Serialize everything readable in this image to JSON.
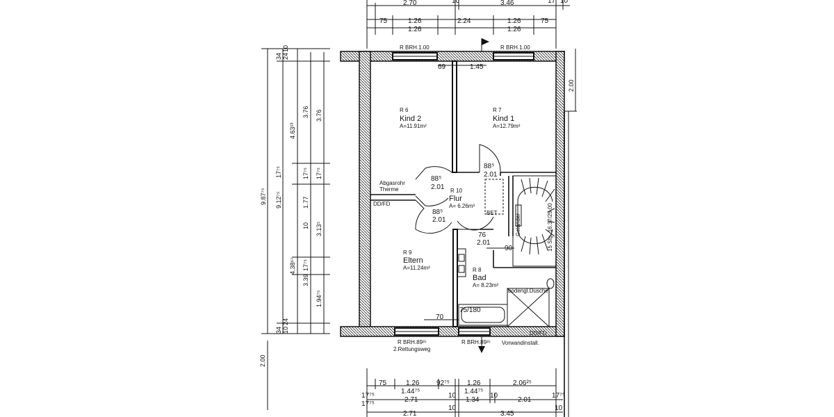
{
  "top_dims": {
    "row1": [
      "2.70",
      "10",
      "3.46",
      "17",
      "10"
    ],
    "row2": [
      "75",
      "1.26",
      "2.24",
      "1.26",
      "75"
    ],
    "row2b": [
      "1.26",
      "1.26"
    ]
  },
  "bottom_dims": {
    "row1": [
      "75",
      "1.26",
      "92⁷⁵",
      "1.26",
      "2.06²⁵"
    ],
    "row1b": [
      "1.44⁷⁵",
      "1.44⁷⁵"
    ],
    "row2": [
      "17⁷⁵",
      "2.71",
      "10",
      "1.34",
      "10",
      "2.01",
      "17⁷⁵"
    ],
    "row3": [
      "10",
      "10"
    ],
    "row4": [
      "2.71",
      "3.45"
    ]
  },
  "left_dims": {
    "col1": [
      "9.87⁷⁵"
    ],
    "col2": [
      "9.12⁷⁵",
      "17⁷⁵"
    ],
    "col3": [
      "24",
      "10",
      "34",
      "4.63¹³",
      "4.38⁶⁷",
      "10",
      "24",
      "34"
    ],
    "col4": [
      "3.76",
      "17⁷⁵",
      "1.77",
      "10",
      "3.39",
      "17⁷⁵"
    ],
    "col5": [
      "3.76",
      "17⁷⁵",
      "3.13⁵",
      "1.94⁷⁵"
    ],
    "outside": "2.00"
  },
  "right_dims": {
    "top": "2.00"
  },
  "window_labels": {
    "top_left": "R BRH.1.00",
    "top_right": "R BRH.1.00",
    "bottom_left": "R BRH.89²⁵",
    "bottom_left_note": "2.Rettungsweg",
    "bottom_right": "R BRH.89²⁵",
    "bottom_right_note": "Vorwandinstall."
  },
  "interior_dims": {
    "kind_top_a": "69",
    "kind_top_b": "1.45",
    "door_k1_a": "88⁵",
    "door_k1_b": "2.01",
    "door_k2_a": "88⁵",
    "door_k2_b": "2.01",
    "door_el_a": "88⁵",
    "door_el_b": "2.01",
    "door_bad_a": "76",
    "door_bad_b": "2.01",
    "bad_w": "90",
    "tub_w": "70",
    "tub": "75/180"
  },
  "rooms": {
    "kind2": {
      "num": "R 6",
      "name": "Kind 2",
      "area": "A=11.91m²"
    },
    "kind1": {
      "num": "R 7",
      "name": "Kind 1",
      "area": "A=12.79m²"
    },
    "flur": {
      "num": "R 10",
      "name": "Flur",
      "area": "A= 6.26m²"
    },
    "eltern": {
      "num": "R 9",
      "name": "Eltern",
      "area": "A=11.24m²"
    },
    "bad": {
      "num": "R 8",
      "name": "Bad",
      "area": "A= 8.23m²"
    }
  },
  "notes": {
    "abgas1": "Abgasrohr",
    "abgas2": "Therme",
    "ddfd_left": "DD/FD",
    "ddfd_right": "DD/FD",
    "bet": "BET",
    "gelaender": "Geländer",
    "stair": "15 Stg. 16.37/25.00",
    "dusche": "bodengl.Dusche"
  }
}
